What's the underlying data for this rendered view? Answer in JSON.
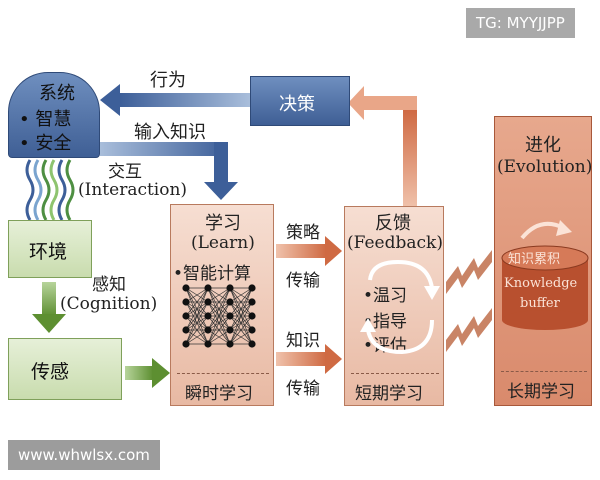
{
  "watermarks": {
    "top_right": "TG: MYYJJPP",
    "bottom_left": "www.whwlsx.com"
  },
  "system": {
    "title": "系统",
    "items": [
      "智慧",
      "安全"
    ]
  },
  "decision": {
    "label": "决策"
  },
  "action": {
    "label": "行为"
  },
  "input_knowledge": {
    "label": "输入知识"
  },
  "interaction": {
    "line1": "交互",
    "line2": "(Interaction)"
  },
  "environment": {
    "label": "环境"
  },
  "cognition": {
    "line1": "感知",
    "line2": "(Cognition)"
  },
  "sensing": {
    "label": "传感"
  },
  "learn": {
    "title": "学习",
    "subtitle": "(Learn)",
    "bullet": "智能计算",
    "footer": "瞬时学习"
  },
  "strategy_transfer": {
    "line1": "策略",
    "line2": "传输"
  },
  "knowledge_transfer": {
    "line1": "知识",
    "line2": "传输"
  },
  "feedback": {
    "title": "反馈",
    "subtitle": "(Feedback)",
    "items": [
      "温习",
      "指导",
      "评估"
    ],
    "footer": "短期学习"
  },
  "evolution": {
    "title": "进化",
    "subtitle": "(Evolution)",
    "cyl_line1": "知识累积",
    "cyl_line2": "Knowledge",
    "cyl_line3": "buffer",
    "footer": "长期学习"
  },
  "colors": {
    "blue": "#3f5f95",
    "green": "#6f9a3f",
    "peach": "#e8b9a3",
    "deep": "#d98a6c",
    "arrow_orange": "#d9774f"
  }
}
